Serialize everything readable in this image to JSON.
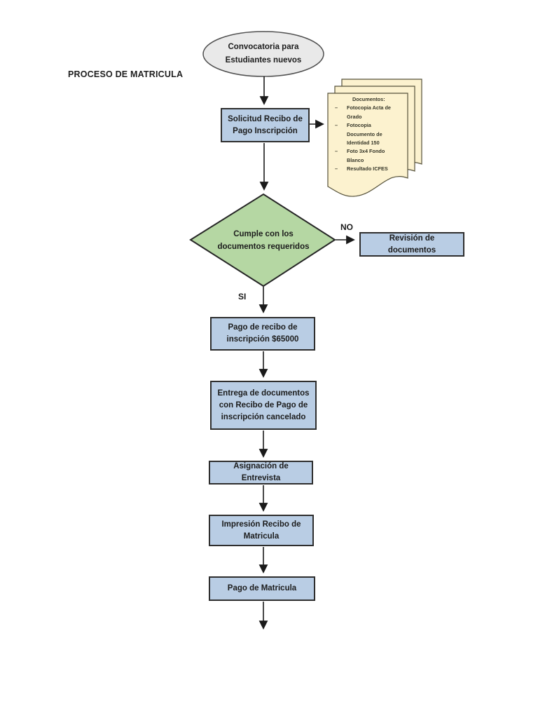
{
  "page": {
    "title": "PROCESO DE MATRICULA"
  },
  "colors": {
    "process_fill": "#b9cde4",
    "process_border": "#2e2e2e",
    "decision_fill": "#b5d7a3",
    "terminator_fill": "#e9e9e9",
    "document_fill": "#fcf2cf",
    "connector": "#1a1a1a"
  },
  "flowchart": {
    "start": "Convocatoria para Estudiantes nuevos",
    "solicitud": "Solicitud Recibo de Pago Inscripción",
    "decision": "Cumple con los documentos requeridos",
    "branch_no": "NO",
    "branch_si": "SI",
    "revision": "Revisión de documentos",
    "pago_recibo": "Pago de recibo de inscripción $65000",
    "entrega": "Entrega de documentos con Recibo de Pago de inscripción cancelado",
    "asignacion": "Asignación de Entrevista",
    "impresion": "Impresión Recibo de Matricula",
    "pago_matricula": "Pago de Matricula",
    "note": {
      "heading": "Documentos:",
      "dash": "–",
      "items": [
        "Fotocopia Acta de Grado",
        "Fotocopia Documento de Identidad 150",
        "Foto 3x4 Fondo Blanco",
        "Resultado ICFES"
      ]
    }
  }
}
